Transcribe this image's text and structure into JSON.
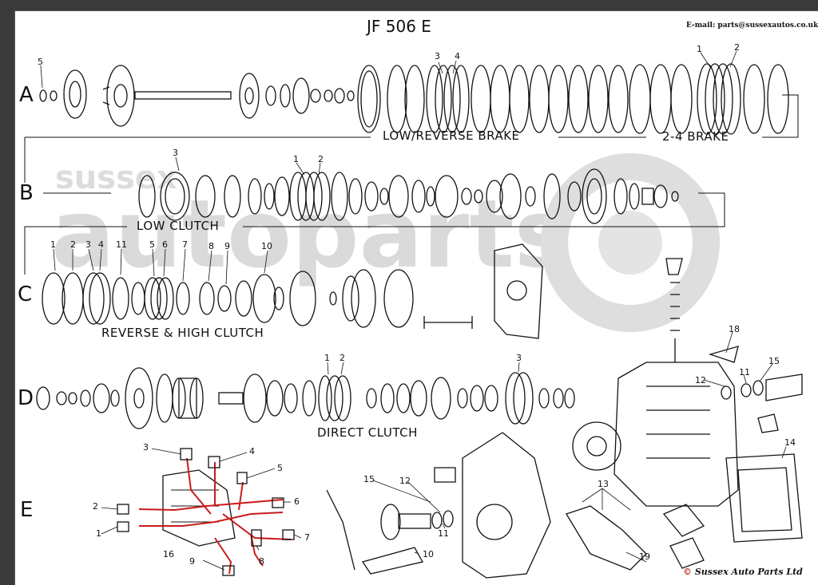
{
  "title": "JF 506 E",
  "email": "E-mail: parts@sussexautos.co.uk",
  "watermark": {
    "top": "sussex",
    "main": "autoparts"
  },
  "copyright": {
    "symbol": "©",
    "text": "Sussex Auto Parts Ltd"
  },
  "rows": [
    "A",
    "B",
    "C",
    "D",
    "E"
  ],
  "section_labels": {
    "low_reverse_brake": "LOW/REVERSE BRAKE",
    "brake_2_4": "2-4 BRAKE",
    "low_clutch": "LOW CLUTCH",
    "reverse_high_clutch": "REVERSE & HIGH CLUTCH",
    "direct_clutch": "DIRECT CLUTCH"
  },
  "callouts": {
    "a5": "5",
    "a3": "3",
    "a4": "4",
    "a1": "1",
    "a2": "2",
    "b3": "3",
    "b1": "1",
    "b2": "2",
    "c1": "1",
    "c2": "2",
    "c3": "3",
    "c4": "4",
    "c11": "11",
    "c5": "5",
    "c6": "6",
    "c7": "7",
    "c8": "8",
    "c9": "9",
    "c10": "10",
    "d1": "1",
    "d2": "2",
    "d3": "3",
    "h18": "18",
    "h12": "12",
    "h11": "11",
    "h15": "15",
    "h14": "14",
    "e3": "3",
    "e4": "4",
    "e5": "5",
    "e2": "2",
    "e6": "6",
    "e1": "1",
    "e7": "7",
    "e16": "16",
    "e8": "8",
    "e9": "9",
    "f15": "15",
    "f12": "12",
    "f11": "11",
    "f10": "10",
    "f13": "13",
    "f19": "19"
  },
  "colors": {
    "ink": "#111111",
    "wiring": "#cc1a1a",
    "watermark": "#d9d9d9",
    "frame": "#3a3a3a"
  }
}
